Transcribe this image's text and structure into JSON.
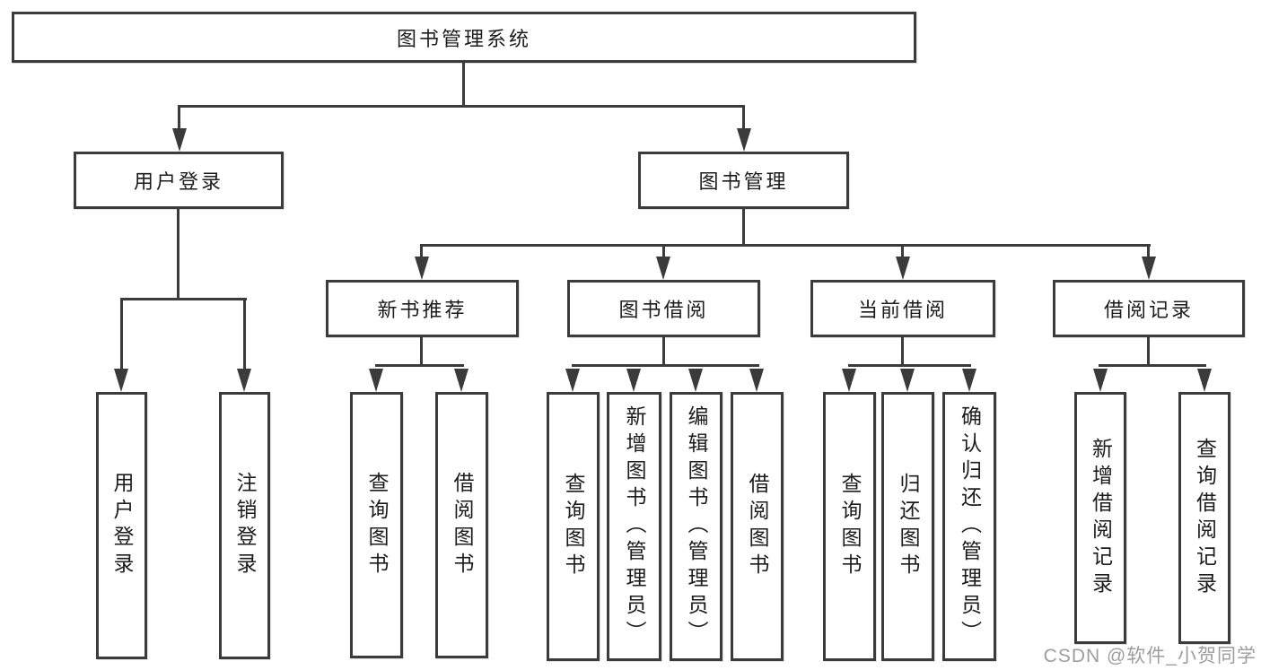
{
  "diagram": {
    "title": "图书管理系统",
    "modules": [
      {
        "label": "用户登录",
        "features": [
          "用户登录",
          "注销登录"
        ]
      },
      {
        "label": "图书管理",
        "submodules": [
          {
            "label": "新书推荐",
            "features": [
              "查询图书",
              "借阅图书"
            ]
          },
          {
            "label": "图书借阅",
            "features": [
              "查询图书",
              "新增图书（管理员）",
              "编辑图书（管理员）",
              "借阅图书"
            ]
          },
          {
            "label": "当前借阅",
            "features": [
              "查询图书",
              "归还图书",
              "确认归还（管理员）"
            ]
          },
          {
            "label": "借阅记录",
            "features": [
              "新增借阅记录",
              "查询借阅记录"
            ]
          }
        ]
      }
    ]
  },
  "watermark": "CSDN @软件_小贺同学",
  "colors": {
    "line": "#3b3b3b",
    "text": "#1c1c1c",
    "watermark": "#9d9d9d",
    "background": "#ffffff"
  }
}
